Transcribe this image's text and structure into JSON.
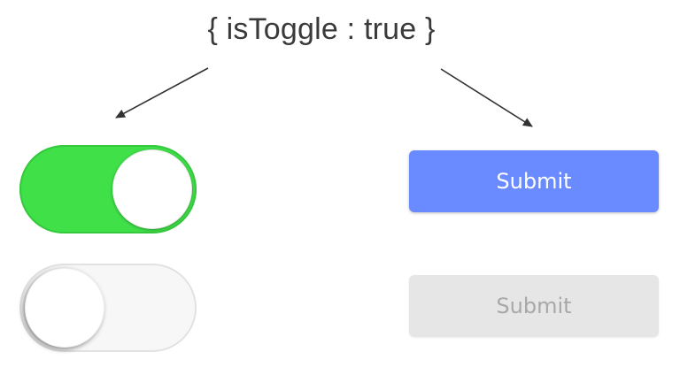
{
  "title": "{ isToggle : true }",
  "toggles": [
    {
      "state": "on",
      "color": "#3fe048"
    },
    {
      "state": "off",
      "color": "#f7f7f7"
    }
  ],
  "buttons": [
    {
      "label": "Submit",
      "state": "enabled",
      "color": "#6a8aff"
    },
    {
      "label": "Submit",
      "state": "disabled",
      "color": "#e6e6e6"
    }
  ]
}
